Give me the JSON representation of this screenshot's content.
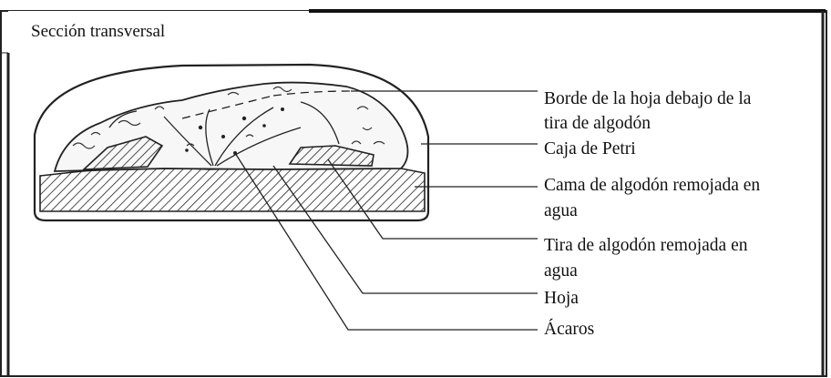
{
  "diagram": {
    "title": "Sección transversal",
    "labels": {
      "leaf_edge_line1": "Borde de la hoja debajo de la",
      "leaf_edge_line2": "tira de algodón",
      "petri_dish": "Caja de Petri",
      "cotton_bed_line1": "Cama de algodón remojada en",
      "cotton_bed_line2": "agua",
      "cotton_strip_line1": "Tira de algodón remojada en",
      "cotton_strip_line2": "agua",
      "leaf": "Hoja",
      "mites": "Ácaros"
    }
  }
}
